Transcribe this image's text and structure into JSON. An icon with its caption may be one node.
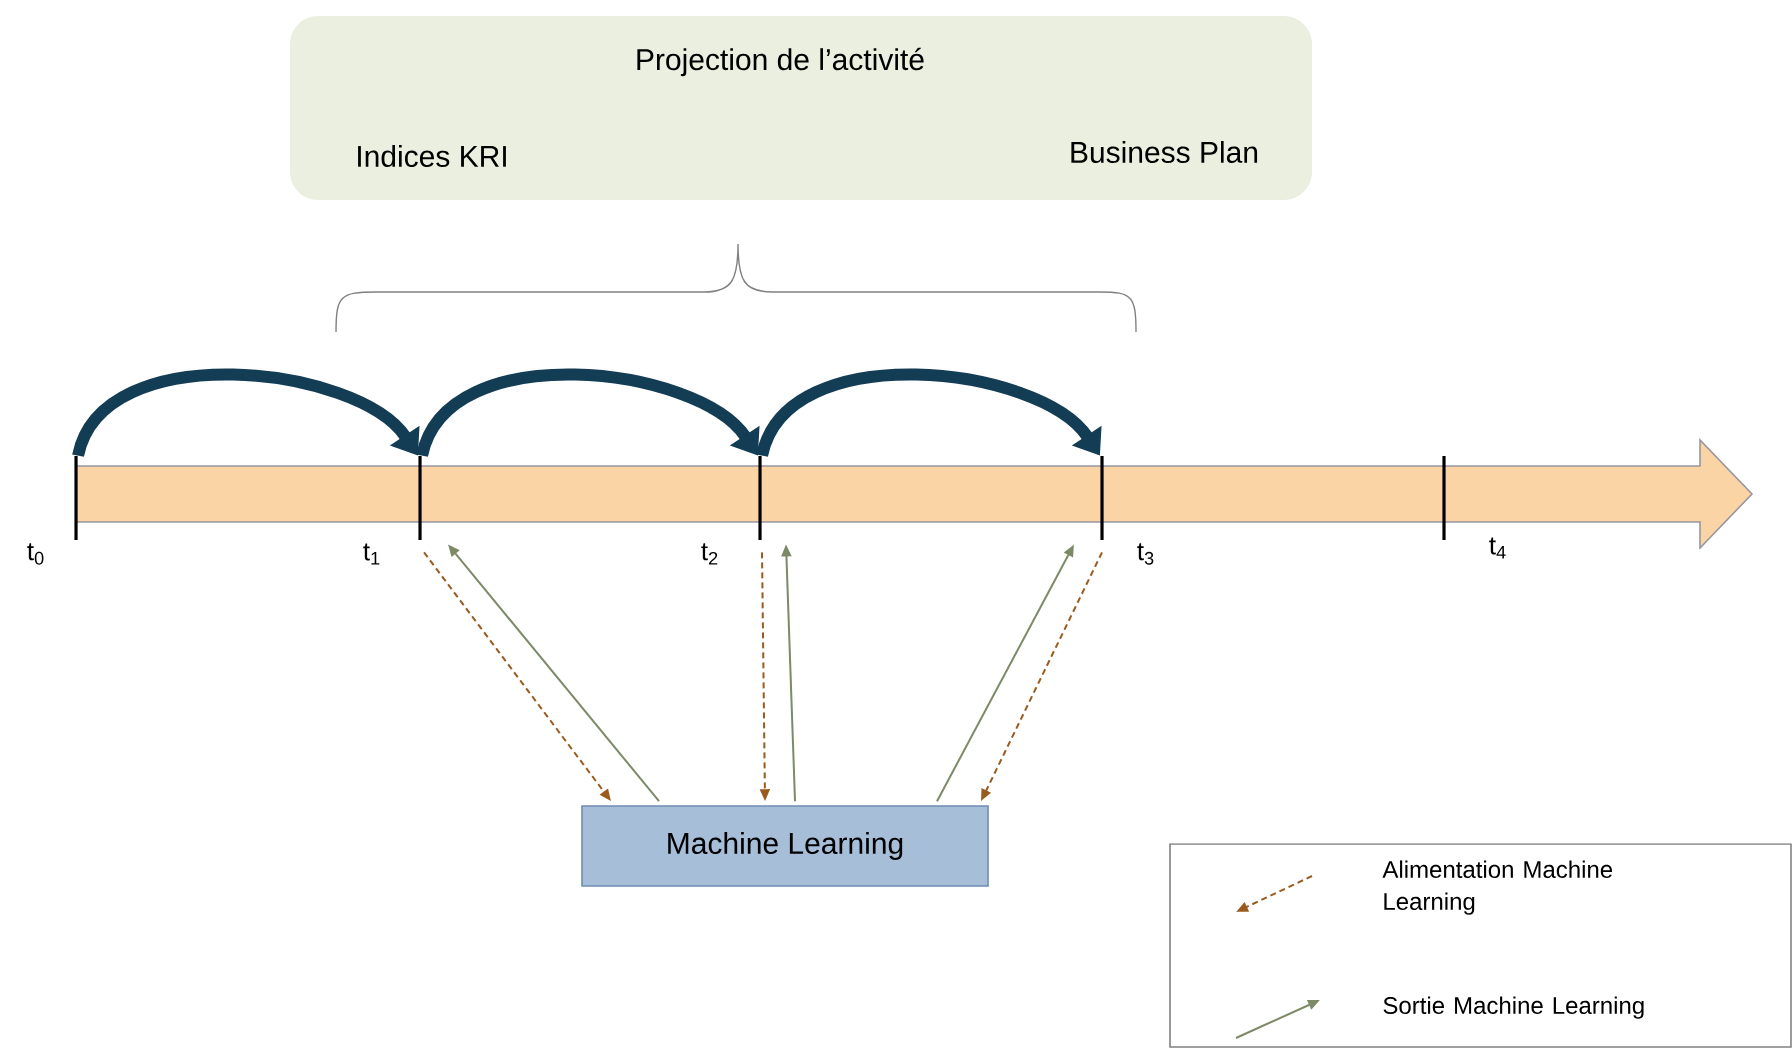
{
  "diagram": {
    "nodes": [
      {
        "text": [
          "Projection de l’activité",
          "Indices KRI",
          "Business Plan"
        ]
      },
      {
        "text": [],
        "shape": "bar",
        "beside": [
          "t$_{0}$"
        ]
      },
      {
        "text": [],
        "shape": "bar",
        "beside": [
          "t$_{1}$"
        ]
      },
      {
        "text": [],
        "shape": "bar",
        "beside": [
          "t$_{2}$"
        ]
      },
      {
        "text": [],
        "shape": "bar",
        "beside": [
          "t$_{3}$"
        ]
      },
      {
        "text": [],
        "shape": "bar",
        "beside": [
          "t$_{4}$"
        ]
      },
      {
        "text": [
          "Machine Learning"
        ]
      }
    ],
    "edges": [
      {
        "from": 1,
        "to": 2,
        "arrow": "to",
        "style": "thick",
        "color": "#133c55"
      },
      {
        "from": 2,
        "to": 3,
        "arrow": "to",
        "style": "thick",
        "color": "#133c55"
      },
      {
        "from": 3,
        "to": 4,
        "arrow": "to",
        "style": "thick",
        "color": "#133c55"
      },
      {
        "from": 2,
        "to": 6,
        "arrow": "to",
        "style": "dashed",
        "color": "#9a5b1e"
      },
      {
        "from": 6,
        "to": 2,
        "arrow": "to",
        "color": "#7d8a66"
      },
      {
        "from": 3,
        "to": 6,
        "arrow": "to",
        "style": "dashed",
        "color": "#9a5b1e"
      },
      {
        "from": 6,
        "to": 3,
        "arrow": "to",
        "color": "#7d8a66"
      },
      {
        "from": 4,
        "to": 6,
        "arrow": "to",
        "style": "dashed",
        "color": "#9a5b1e"
      },
      {
        "from": 6,
        "to": 4,
        "arrow": "to",
        "color": "#7d8a66"
      }
    ],
    "legend": [
      {
        "text": "Alimentation Machine Learning"
      },
      {
        "text": "Sortie Machine Learning"
      }
    ]
  }
}
